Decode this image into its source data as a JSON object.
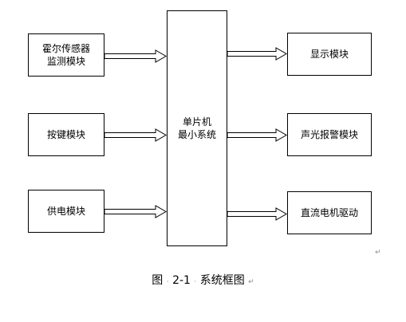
{
  "diagram": {
    "left_modules": [
      {
        "lines": [
          "霍尔传感器",
          "监测模块"
        ]
      },
      {
        "lines": [
          "按键模块"
        ]
      },
      {
        "lines": [
          "供电模块"
        ]
      }
    ],
    "center_module": {
      "lines": [
        "单片机",
        "最小系统"
      ]
    },
    "right_modules": [
      {
        "lines": [
          "显示模块"
        ]
      },
      {
        "lines": [
          "声光报警模块"
        ]
      },
      {
        "lines": [
          "直流电机驱动"
        ]
      }
    ],
    "connections": [
      {
        "from": "霍尔传感器监测模块",
        "to": "单片机最小系统"
      },
      {
        "from": "按键模块",
        "to": "单片机最小系统"
      },
      {
        "from": "供电模块",
        "to": "单片机最小系统"
      },
      {
        "from": "单片机最小系统",
        "to": "显示模块"
      },
      {
        "from": "单片机最小系统",
        "to": "声光报警模块"
      },
      {
        "from": "单片机最小系统",
        "to": "直流电机驱动"
      }
    ]
  },
  "caption": {
    "prefix": "图",
    "number": "2-1",
    "title": "系统框图",
    "return_mark": "↵"
  },
  "page_marks": {
    "paragraph_mark": "↵"
  }
}
